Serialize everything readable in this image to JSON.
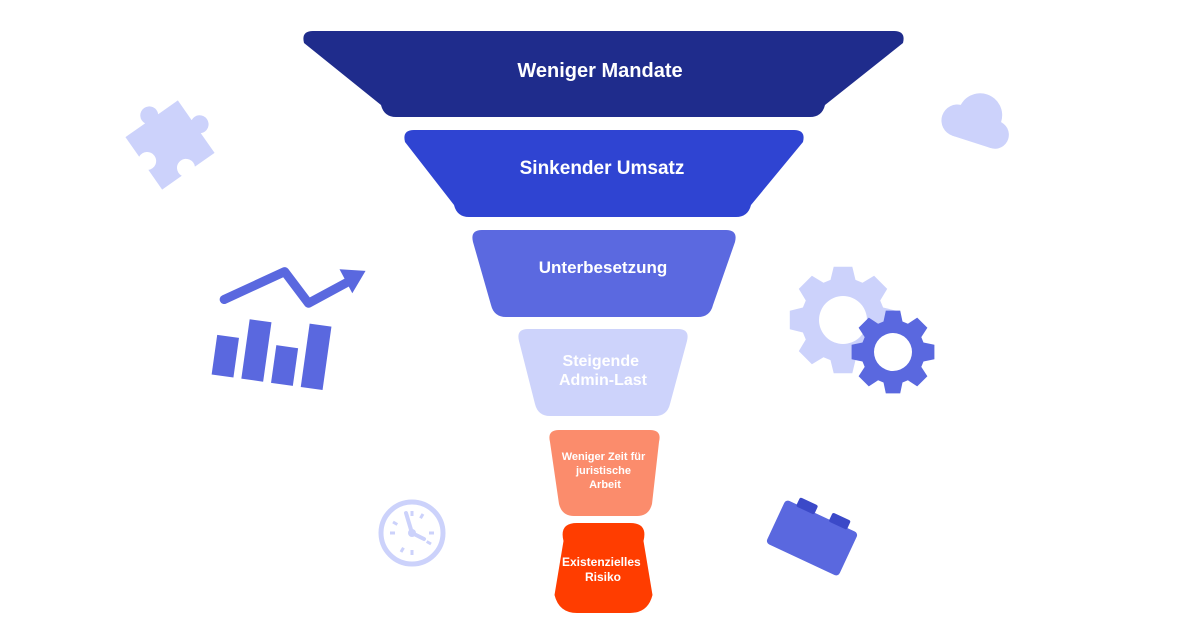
{
  "funnel": {
    "levels": [
      {
        "lines": [
          "Weniger Mandate"
        ],
        "color": "#1f2c8c",
        "text_color": "#ffffff"
      },
      {
        "lines": [
          "Sinkender Umsatz"
        ],
        "color": "#2f44d2",
        "text_color": "#ffffff"
      },
      {
        "lines": [
          "Unterbesetzung"
        ],
        "color": "#5b69e0",
        "text_color": "#ffffff"
      },
      {
        "lines": [
          "Steigende",
          "Admin-Last"
        ],
        "color": "#cdd3fb",
        "text_color": "#ffffff"
      },
      {
        "lines": [
          "Weniger Zeit für",
          "juristische",
          "Arbeit"
        ],
        "color": "#fb8c6c",
        "text_color": "#ffffff"
      },
      {
        "lines": [
          "Existenzielles",
          "Risiko"
        ],
        "color": "#ff3d00",
        "text_color": "#ffffff"
      }
    ]
  },
  "decorations": {
    "light_color": "#ccd2fb",
    "medium_color": "#5a68df",
    "icons": [
      "puzzle-icon",
      "chart-icon",
      "clock-icon",
      "cloud-icon",
      "gear-icon",
      "brick-icon"
    ]
  }
}
